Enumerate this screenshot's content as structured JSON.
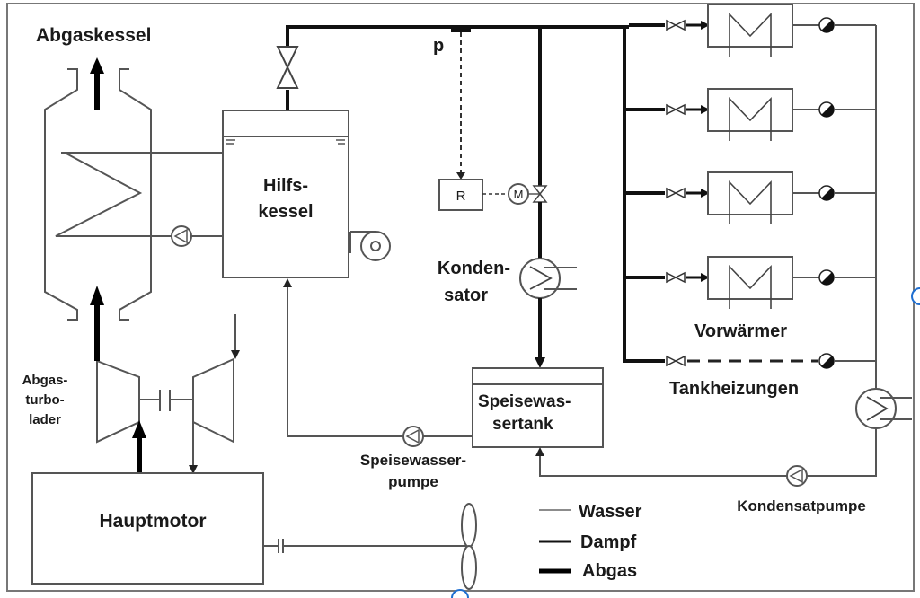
{
  "title": "Schiffs-Dampfsystem mit Abgaskessel und Hilfskessel",
  "labels": {
    "abgaskessel": "Abgaskessel",
    "hilfskessel_1": "Hilfs-",
    "hilfskessel_2": "kessel",
    "abgasturbolader_1": "Abgas-",
    "abgasturbolader_2": "turbo-",
    "abgasturbolader_3": "lader",
    "hauptmotor": "Hauptmotor",
    "pressure": "p",
    "regler": "R",
    "motor": "M",
    "kondensator_1": "Konden-",
    "kondensator_2": "sator",
    "speisewassertank_1": "Speisewas-",
    "speisewassertank_2": "sertank",
    "speisewasserpumpe_1": "Speisewasser-",
    "speisewasserpumpe_2": "pumpe",
    "vorwaermer": "Vorwärmer",
    "tankheizungen": "Tankheizungen",
    "kondensatpumpe": "Kondensatpumpe"
  },
  "legend": [
    {
      "label": "Wasser",
      "line": "thin"
    },
    {
      "label": "Dampf",
      "line": "medium"
    },
    {
      "label": "Abgas",
      "line": "thick"
    }
  ],
  "preheaters_count": 4,
  "colors": {
    "water": "#555555",
    "steam": "#111111",
    "exhaust": "#000000",
    "selection_handle": "#1f6fd1"
  }
}
